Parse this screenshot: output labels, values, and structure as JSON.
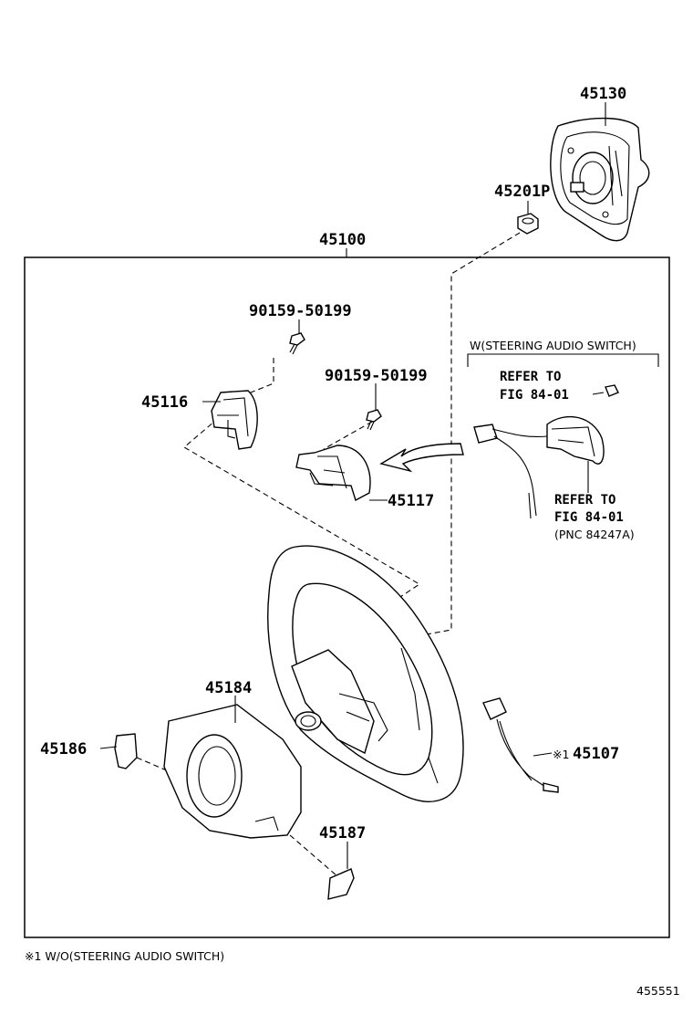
{
  "parts": {
    "airbag": "45130",
    "nut": "45201P",
    "wheel_assy": "45100",
    "screw_left": "90159-50199",
    "screw_right": "90159-50199",
    "cover_left": "45116",
    "cover_right": "45117",
    "lower_cover": "45184",
    "lower_cover_small": "45186",
    "lower_cover_small_2": "45187",
    "harness": "45107",
    "harness_prefix": "※1"
  },
  "notes": {
    "variant_header": "W(STEERING AUDIO SWITCH)",
    "refer1_line1": "REFER TO",
    "refer1_line2": "FIG 84-01",
    "refer2_line1": "REFER TO",
    "refer2_line2": "FIG 84-01",
    "refer2_line3": "(PNC 84247A)",
    "footnote": "※1 W/O(STEERING AUDIO SWITCH)",
    "figure_id": "455551"
  }
}
